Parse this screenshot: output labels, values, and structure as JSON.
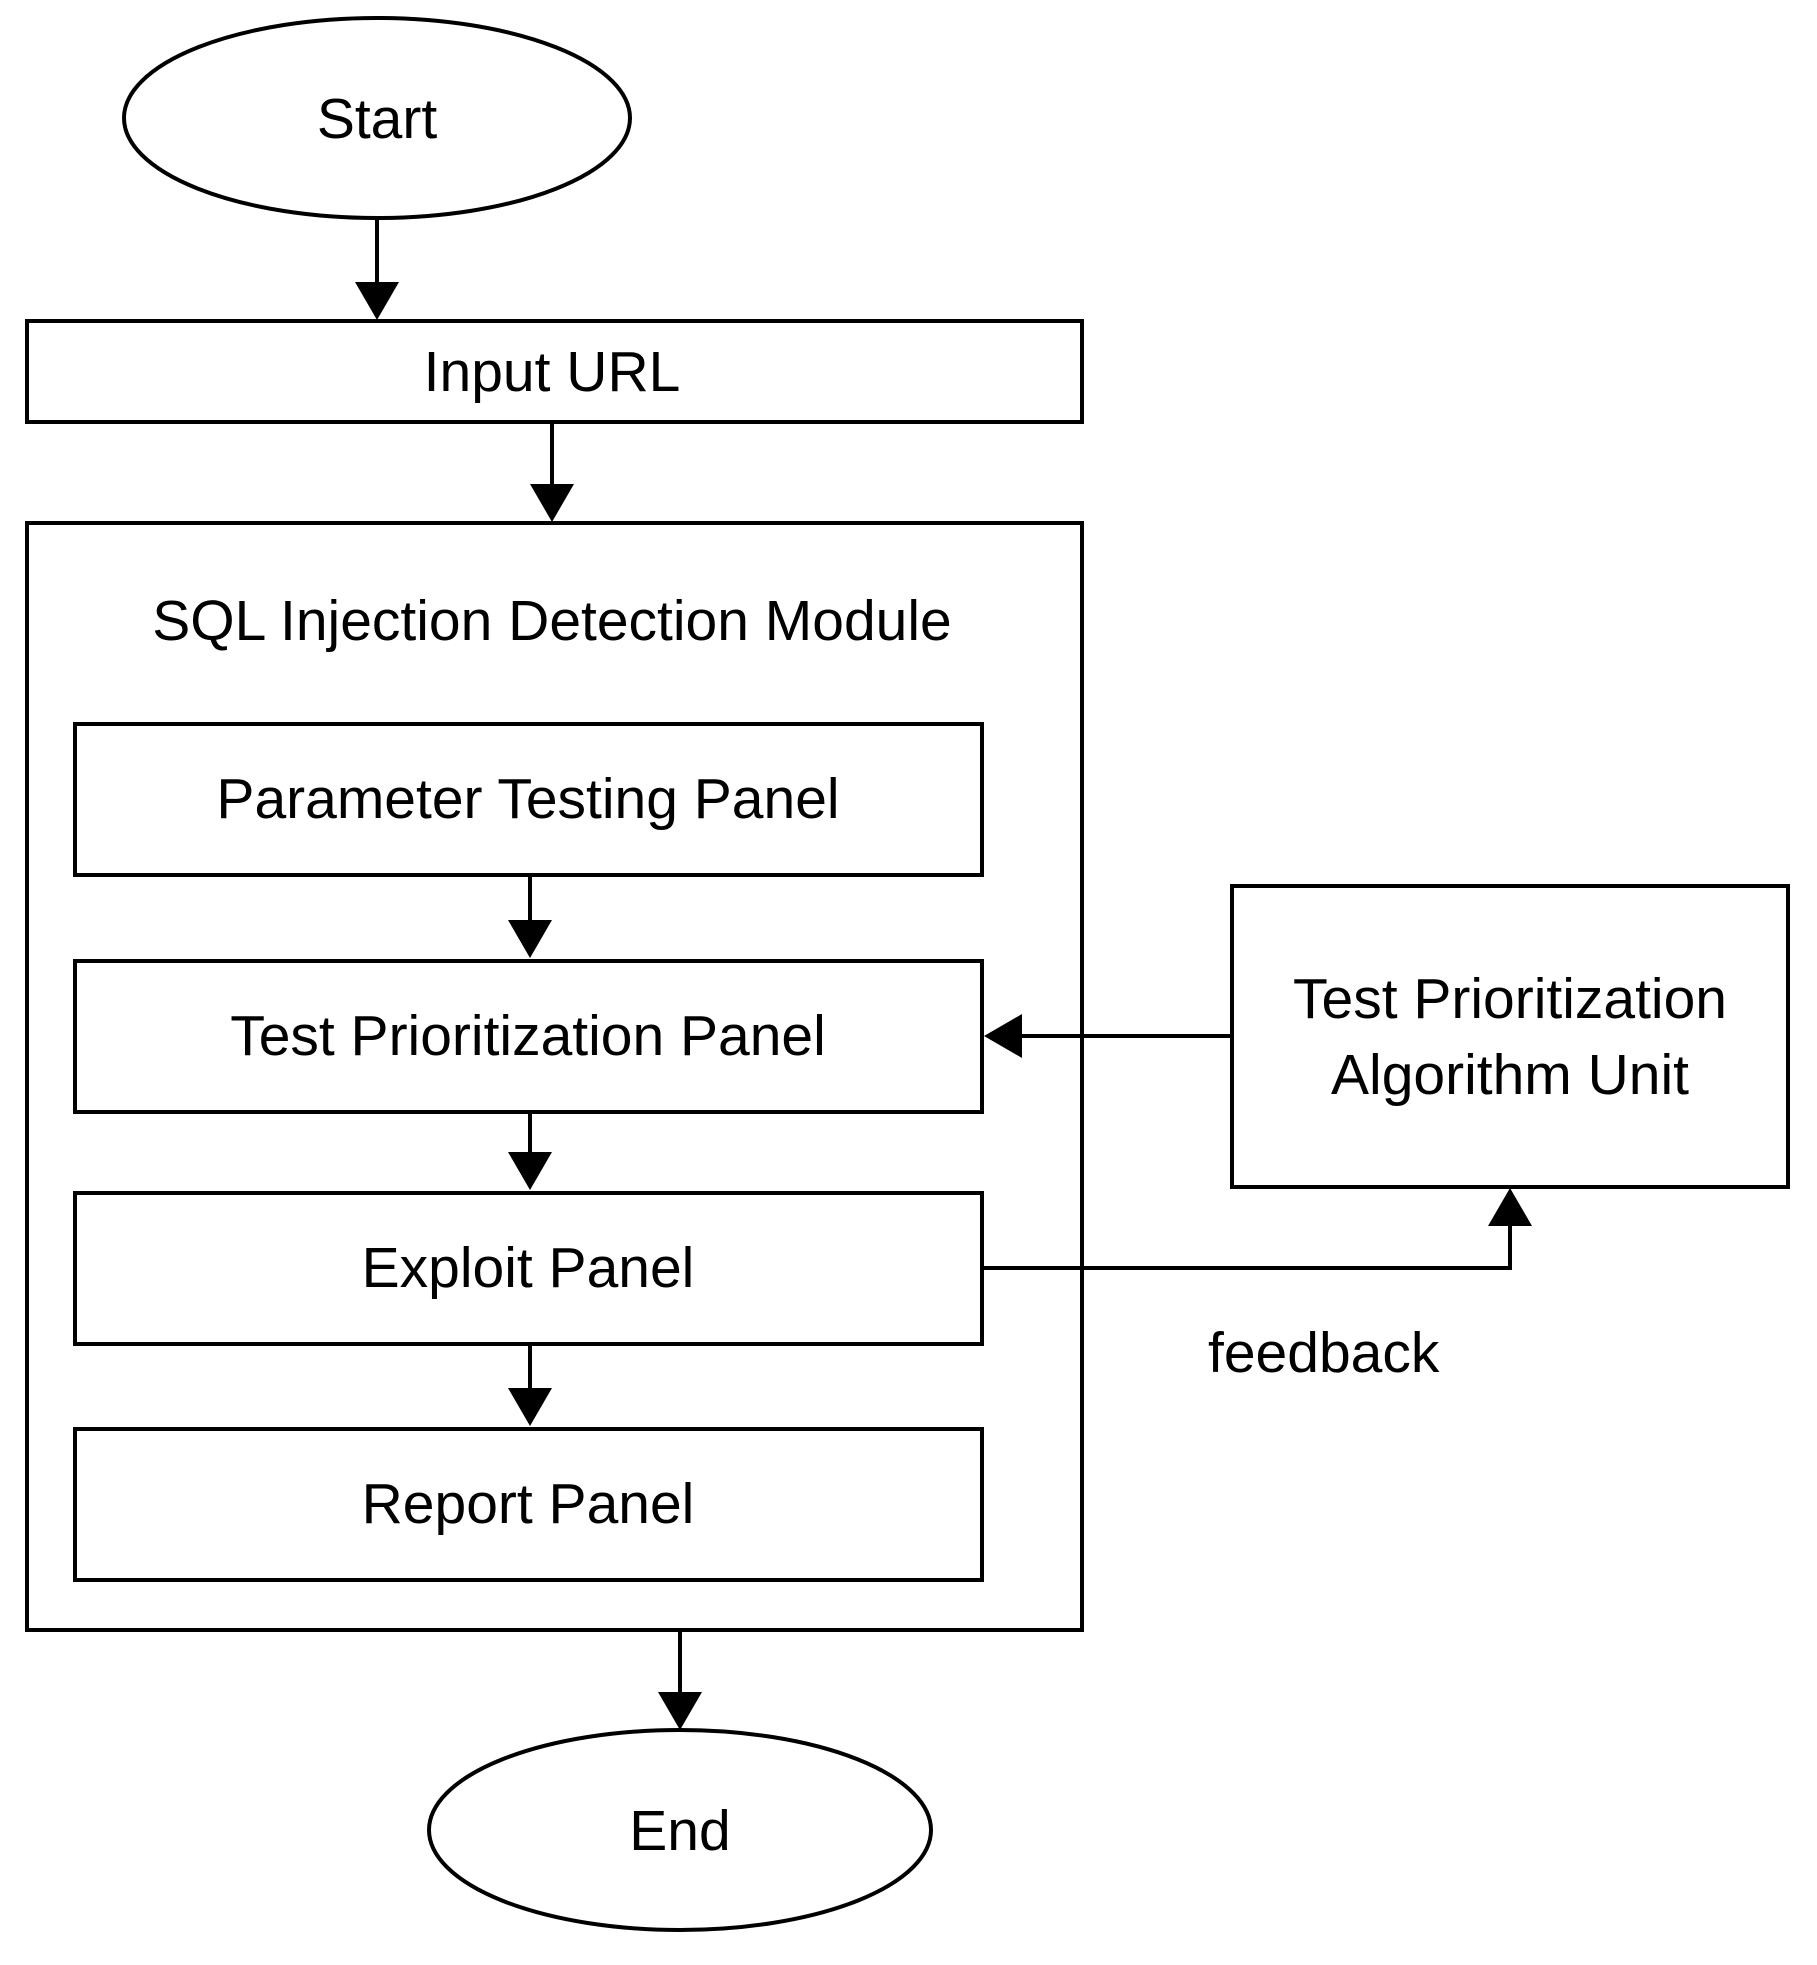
{
  "diagram": {
    "nodes": {
      "start": "Start",
      "input_url": "Input URL",
      "module_title": "SQL Injection Detection Module",
      "parameter_testing": "Parameter Testing Panel",
      "test_prioritization": "Test Prioritization Panel",
      "exploit": "Exploit Panel",
      "report": "Report Panel",
      "algorithm_unit_line1": "Test Prioritization",
      "algorithm_unit_line2": "Algorithm Unit",
      "end": "End"
    },
    "edges": {
      "feedback_label": "feedback"
    },
    "colors": {
      "stroke": "#000000",
      "fill": "#ffffff"
    }
  }
}
